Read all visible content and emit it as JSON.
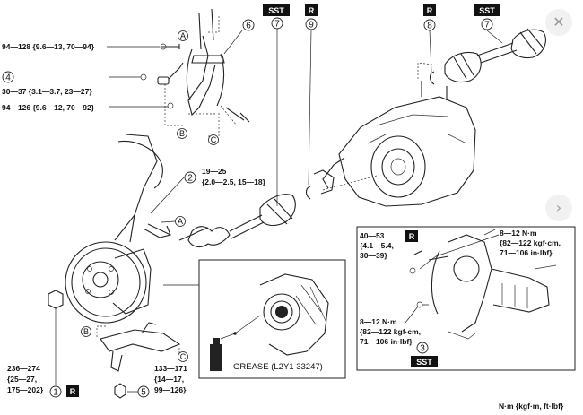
{
  "callouts": {
    "c1": "1",
    "c2": "2",
    "c3": "3",
    "c4": "4",
    "c5": "5",
    "c6": "6",
    "c7a": "7",
    "c7b": "7",
    "c8": "8",
    "c9": "9"
  },
  "letters": {
    "a_top": "A",
    "a_mid": "A",
    "b_top": "B",
    "b_bot": "B",
    "c_top": "C",
    "c_bot": "C"
  },
  "tags": {
    "sst_top_left": "SST",
    "r_top_mid": "R",
    "r_top_right": "R",
    "sst_top_right": "SST",
    "r_inset": "R",
    "sst_inset": "SST",
    "r_bottom": "R"
  },
  "torque": {
    "t_94_128": "94—128 {9.6—13, 70—94}",
    "t_30_37": "30—37 {3.1—3.7, 23—27}",
    "t_94_126": "94—126 {9.6—12, 70—92}",
    "t_19_25": [
      "19—25",
      "{2.0—2.5, 15—18}"
    ],
    "t_40_53": [
      "40—53",
      "{4.1—5.4,",
      "30—39}"
    ],
    "t_8_12_top": [
      "8—12 N·m",
      "{82—122 kgf·cm,",
      "71—106 in·lbf}"
    ],
    "t_8_12_bot": [
      "8—12 N·m",
      "{82—122 kgf·cm,",
      "71—106 in·lbf}"
    ],
    "t_236_274": [
      "236—274",
      "{25—27,",
      "175—202}"
    ],
    "t_133_171": [
      "133—171",
      "{14—17,",
      "99—126}"
    ]
  },
  "grease_label": "GREASE (L2Y1 33247)",
  "units_note": "N·m {kgf·m, ft·lbf}",
  "icons": {
    "close": "close-icon",
    "next": "chevron-right-icon"
  }
}
